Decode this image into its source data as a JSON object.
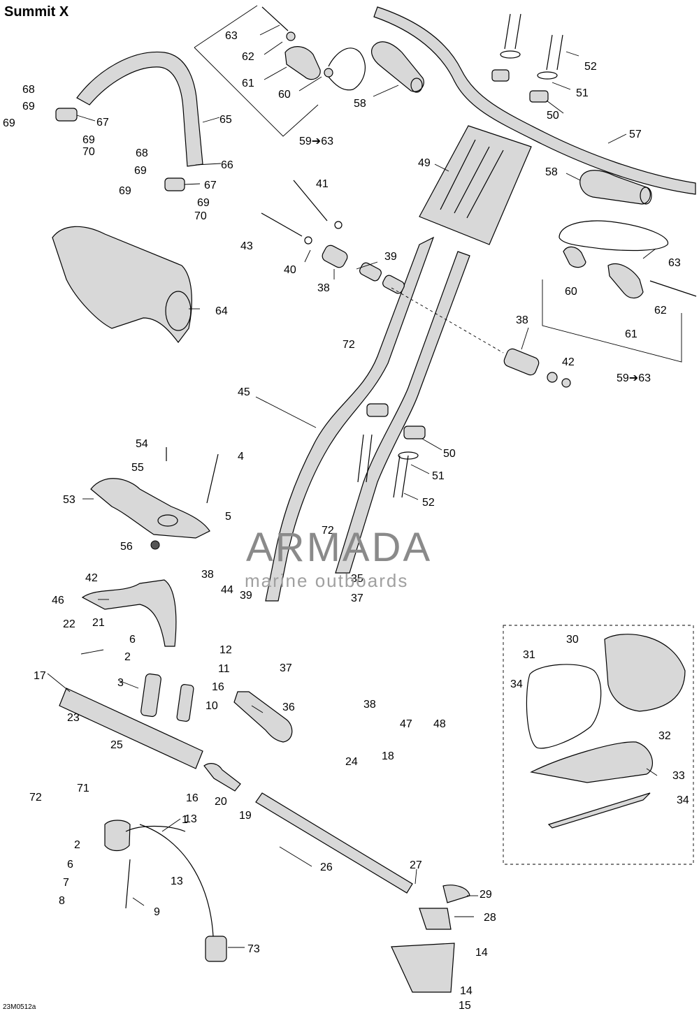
{
  "diagram": {
    "title": "Summit X",
    "drawing_code": "23M0512a",
    "watermark": {
      "brand": "ARMADA",
      "tagline": "marine outboards",
      "color": "#e8a8cf"
    },
    "callouts": [
      {
        "id": "c1",
        "text": "1"
      },
      {
        "id": "c2a",
        "text": "2"
      },
      {
        "id": "c2b",
        "text": "2"
      },
      {
        "id": "c3",
        "text": "3"
      },
      {
        "id": "c4",
        "text": "4"
      },
      {
        "id": "c5",
        "text": "5"
      },
      {
        "id": "c6a",
        "text": "6"
      },
      {
        "id": "c6b",
        "text": "6"
      },
      {
        "id": "c7",
        "text": "7"
      },
      {
        "id": "c8",
        "text": "8"
      },
      {
        "id": "c9",
        "text": "9"
      },
      {
        "id": "c10",
        "text": "10"
      },
      {
        "id": "c11",
        "text": "11"
      },
      {
        "id": "c12",
        "text": "12"
      },
      {
        "id": "c13a",
        "text": "13"
      },
      {
        "id": "c13b",
        "text": "13"
      },
      {
        "id": "c14a",
        "text": "14"
      },
      {
        "id": "c14b",
        "text": "14"
      },
      {
        "id": "c15",
        "text": "15"
      },
      {
        "id": "c16a",
        "text": "16"
      },
      {
        "id": "c16b",
        "text": "16"
      },
      {
        "id": "c17",
        "text": "17"
      },
      {
        "id": "c18",
        "text": "18"
      },
      {
        "id": "c19",
        "text": "19"
      },
      {
        "id": "c20",
        "text": "20"
      },
      {
        "id": "c21",
        "text": "21"
      },
      {
        "id": "c22",
        "text": "22"
      },
      {
        "id": "c23",
        "text": "23"
      },
      {
        "id": "c24",
        "text": "24"
      },
      {
        "id": "c25",
        "text": "25"
      },
      {
        "id": "c26",
        "text": "26"
      },
      {
        "id": "c27",
        "text": "27"
      },
      {
        "id": "c28",
        "text": "28"
      },
      {
        "id": "c29",
        "text": "29"
      },
      {
        "id": "c30",
        "text": "30"
      },
      {
        "id": "c31",
        "text": "31"
      },
      {
        "id": "c32",
        "text": "32"
      },
      {
        "id": "c33",
        "text": "33"
      },
      {
        "id": "c34a",
        "text": "34"
      },
      {
        "id": "c34b",
        "text": "34"
      },
      {
        "id": "c35",
        "text": "35"
      },
      {
        "id": "c36",
        "text": "36"
      },
      {
        "id": "c37a",
        "text": "37"
      },
      {
        "id": "c37b",
        "text": "37"
      },
      {
        "id": "c38a",
        "text": "38"
      },
      {
        "id": "c38b",
        "text": "38"
      },
      {
        "id": "c38c",
        "text": "38"
      },
      {
        "id": "c38d",
        "text": "38"
      },
      {
        "id": "c39a",
        "text": "39"
      },
      {
        "id": "c39b",
        "text": "39"
      },
      {
        "id": "c40",
        "text": "40"
      },
      {
        "id": "c41",
        "text": "41"
      },
      {
        "id": "c42a",
        "text": "42"
      },
      {
        "id": "c42b",
        "text": "42"
      },
      {
        "id": "c43",
        "text": "43"
      },
      {
        "id": "c44",
        "text": "44"
      },
      {
        "id": "c45",
        "text": "45"
      },
      {
        "id": "c46",
        "text": "46"
      },
      {
        "id": "c47",
        "text": "47"
      },
      {
        "id": "c48",
        "text": "48"
      },
      {
        "id": "c49",
        "text": "49"
      },
      {
        "id": "c50a",
        "text": "50"
      },
      {
        "id": "c50b",
        "text": "50"
      },
      {
        "id": "c51a",
        "text": "51"
      },
      {
        "id": "c51b",
        "text": "51"
      },
      {
        "id": "c52a",
        "text": "52"
      },
      {
        "id": "c52b",
        "text": "52"
      },
      {
        "id": "c53",
        "text": "53"
      },
      {
        "id": "c54",
        "text": "54"
      },
      {
        "id": "c55",
        "text": "55"
      },
      {
        "id": "c56",
        "text": "56"
      },
      {
        "id": "c57",
        "text": "57"
      },
      {
        "id": "c58a",
        "text": "58"
      },
      {
        "id": "c58b",
        "text": "58"
      },
      {
        "id": "c5963a",
        "text": "59➔63"
      },
      {
        "id": "c5963b",
        "text": "59➔63"
      },
      {
        "id": "c60a",
        "text": "60"
      },
      {
        "id": "c60b",
        "text": "60"
      },
      {
        "id": "c61a",
        "text": "61"
      },
      {
        "id": "c61b",
        "text": "61"
      },
      {
        "id": "c62a",
        "text": "62"
      },
      {
        "id": "c62b",
        "text": "62"
      },
      {
        "id": "c63a",
        "text": "63"
      },
      {
        "id": "c63b",
        "text": "63"
      },
      {
        "id": "c64",
        "text": "64"
      },
      {
        "id": "c65",
        "text": "65"
      },
      {
        "id": "c66",
        "text": "66"
      },
      {
        "id": "c67a",
        "text": "67"
      },
      {
        "id": "c67b",
        "text": "67"
      },
      {
        "id": "c68a",
        "text": "68"
      },
      {
        "id": "c68b",
        "text": "68"
      },
      {
        "id": "c69a",
        "text": "69"
      },
      {
        "id": "c69b",
        "text": "69"
      },
      {
        "id": "c69c",
        "text": "69"
      },
      {
        "id": "c69d",
        "text": "69"
      },
      {
        "id": "c69e",
        "text": "69"
      },
      {
        "id": "c69f",
        "text": "69"
      },
      {
        "id": "c70a",
        "text": "70"
      },
      {
        "id": "c70b",
        "text": "70"
      },
      {
        "id": "c71",
        "text": "71"
      },
      {
        "id": "c72a",
        "text": "72"
      },
      {
        "id": "c72b",
        "text": "72"
      },
      {
        "id": "c72c",
        "text": "72"
      },
      {
        "id": "c73",
        "text": "73"
      }
    ]
  }
}
